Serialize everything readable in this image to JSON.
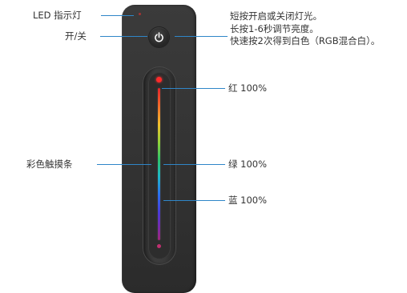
{
  "labels": {
    "led_indicator": "LED 指示灯",
    "power_switch": "开/关",
    "touch_strip": "彩色触摸条",
    "red": "红 100%",
    "green": "绿 100%",
    "blue": "蓝 100%"
  },
  "power_note": {
    "line1": "短按开启或关闭灯光。",
    "line2": "长按1-6秒调节亮度。",
    "line3": "快速按2次得到白色（RGB混合白）。"
  },
  "icons": {
    "power": "power-icon"
  },
  "colors": {
    "device_body": "#333333",
    "leader_line": "#2f86c8",
    "led_red": "#ff2a2a"
  }
}
